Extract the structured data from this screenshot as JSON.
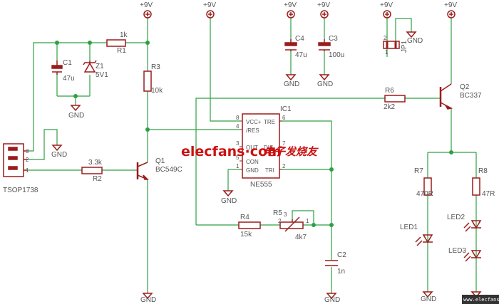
{
  "colors": {
    "wire": "#2ea043",
    "part": "#9b1c1c",
    "label": "#555555",
    "watermark": "#cc1111"
  },
  "supply": {
    "vcc": "+9V",
    "gnd": "GND"
  },
  "sensor": {
    "name": "TSOP1738",
    "pins": [
      "3",
      "2",
      "1"
    ]
  },
  "parts": {
    "r1": {
      "value": "1k",
      "name": "R1"
    },
    "c1": {
      "name": "C1",
      "value": "47u"
    },
    "z1": {
      "name": "Z1",
      "value": "5V1"
    },
    "r3": {
      "name": "R3",
      "value": "10k"
    },
    "r2": {
      "value": "3.3k",
      "name": "R2"
    },
    "q1": {
      "name": "Q1",
      "value": "BC549C"
    },
    "c4": {
      "name": "C4",
      "value": "47u"
    },
    "c3": {
      "name": "C3",
      "value": "100u"
    },
    "jp1": {
      "name": "JP1",
      "pin1": "1",
      "pin2": "2"
    },
    "ic1": {
      "name": "IC1",
      "value": "NE555",
      "pin_labels": [
        "VCC+",
        "/RES",
        "OUT",
        "CON",
        "GND",
        "TRE",
        "DIS",
        "TRI"
      ],
      "pin_numbers": [
        "8",
        "4",
        "3",
        "5",
        "1",
        "6",
        "7",
        "2"
      ]
    },
    "r6": {
      "name": "R6",
      "value": "2k2"
    },
    "q2": {
      "name": "Q2",
      "value": "BC337"
    },
    "r4": {
      "name": "R4",
      "value": "15k"
    },
    "r5": {
      "name": "R5",
      "value": "4k7",
      "pins": [
        "3",
        "2",
        "1"
      ]
    },
    "c2": {
      "name": "C2",
      "value": "1n"
    },
    "r7": {
      "name": "R7",
      "value": "470R"
    },
    "r8": {
      "name": "R8",
      "value": "47R"
    },
    "led1": {
      "name": "LED1"
    },
    "led2": {
      "name": "LED2"
    },
    "led3": {
      "name": "LED3"
    }
  },
  "watermark": {
    "brand": "elecfans·com",
    "cn": "电子发烧友"
  },
  "footer": {
    "site": "www.elecfans.com"
  }
}
